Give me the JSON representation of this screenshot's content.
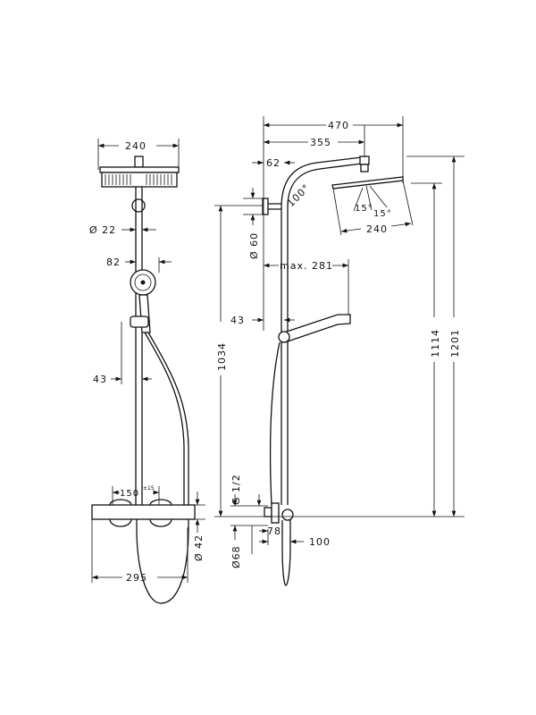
{
  "front_view": {
    "head_width": "240",
    "pipe_diameter": "Ø 22",
    "hand_shower_offset": "82",
    "slider_offset": "43",
    "thermostat_spacing": "150",
    "thermostat_tolerance": "±15",
    "thermostat_diameter": "Ø 42",
    "thermostat_width": "295"
  },
  "side_view": {
    "total_depth": "470",
    "arm_reach": "355",
    "wall_offset": "62",
    "arm_angle": "100°",
    "tilt_left": "15°",
    "tilt_right": "15°",
    "head_width": "240",
    "bracket_diameter": "Ø 60",
    "hand_reach": "max. 281",
    "slider_offset": "43",
    "bracket_height": "1034",
    "head_height": "1114",
    "total_height": "1201",
    "thread": "G 1/2",
    "valve_diameter": "Ø68",
    "valve_depth_1": "78",
    "valve_depth_2": "100"
  }
}
